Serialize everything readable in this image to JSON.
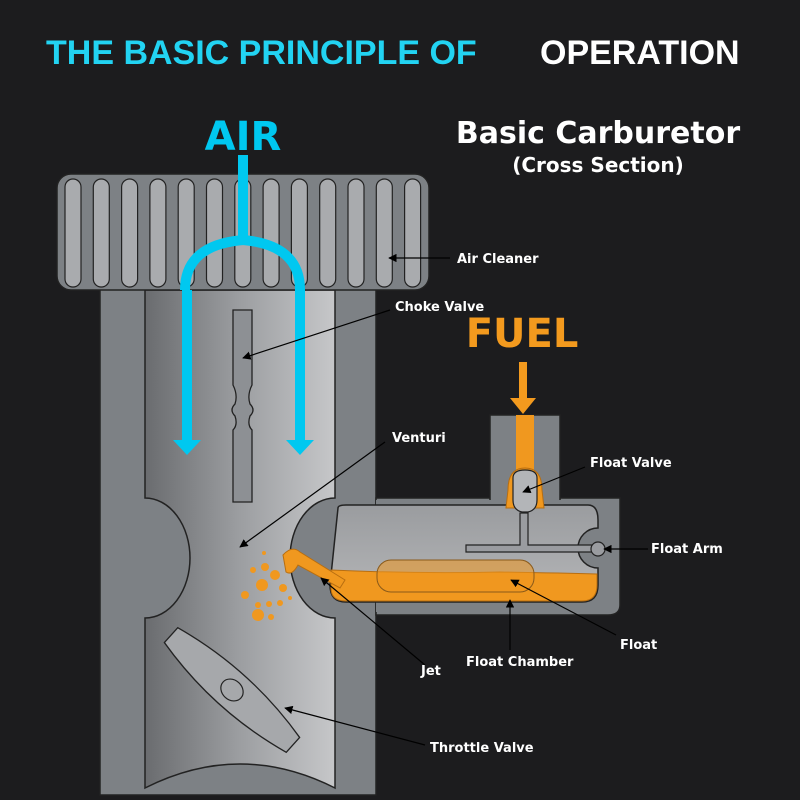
{
  "header": {
    "title_part1": "THE BASIC PRINCIPLE OF",
    "title_part2": "OPERATION",
    "subtitle": "Basic Carburetor",
    "subtitle_note": "(Cross Section)"
  },
  "flows": {
    "air": "AIR",
    "fuel": "FUEL"
  },
  "labels": {
    "air_cleaner": "Air Cleaner",
    "choke_valve": "Choke Valve",
    "venturi": "Venturi",
    "float_valve": "Float Valve",
    "float_arm": "Float Arm",
    "float": "Float",
    "float_chamber": "Float Chamber",
    "jet": "Jet",
    "throttle_valve": "Throttle Valve"
  },
  "colors": {
    "background": "#1c1c1e",
    "air": "#00c8f0",
    "fuel": "#f39a1e",
    "body_gray": "#7d8185",
    "text": "#ffffff"
  }
}
